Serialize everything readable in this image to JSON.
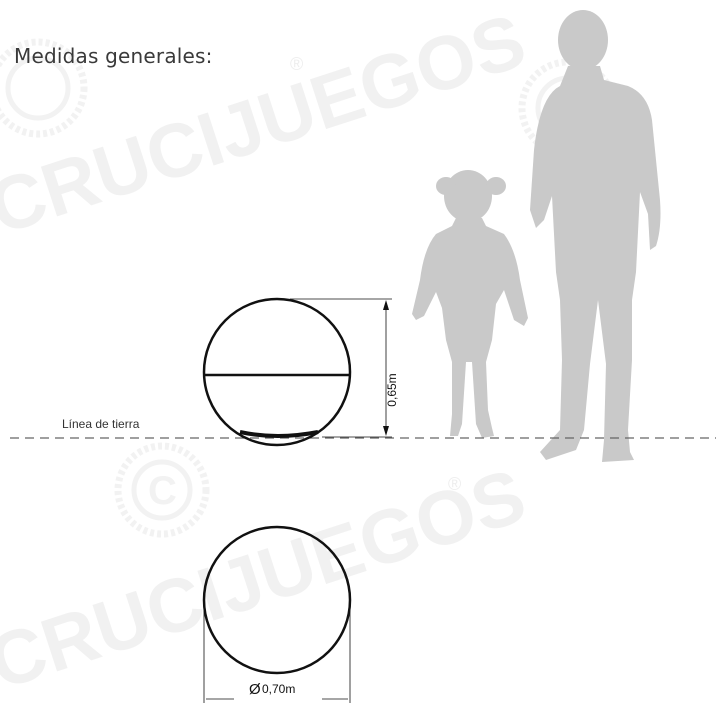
{
  "title": "Medidas generales:",
  "ground_line_label": "Línea de tierra",
  "dimensions": {
    "height": "0,65m",
    "diameter_value": "0,70m",
    "diameter_symbol": "Ø"
  },
  "watermark": {
    "text": "CRUCIJUEGOS",
    "registered": "®"
  },
  "colors": {
    "silhouette": "#c9c9c9",
    "watermark": "#f0f0f0",
    "line": "#111111",
    "dashed_line": "#666666",
    "title": "#3a3a3a"
  }
}
